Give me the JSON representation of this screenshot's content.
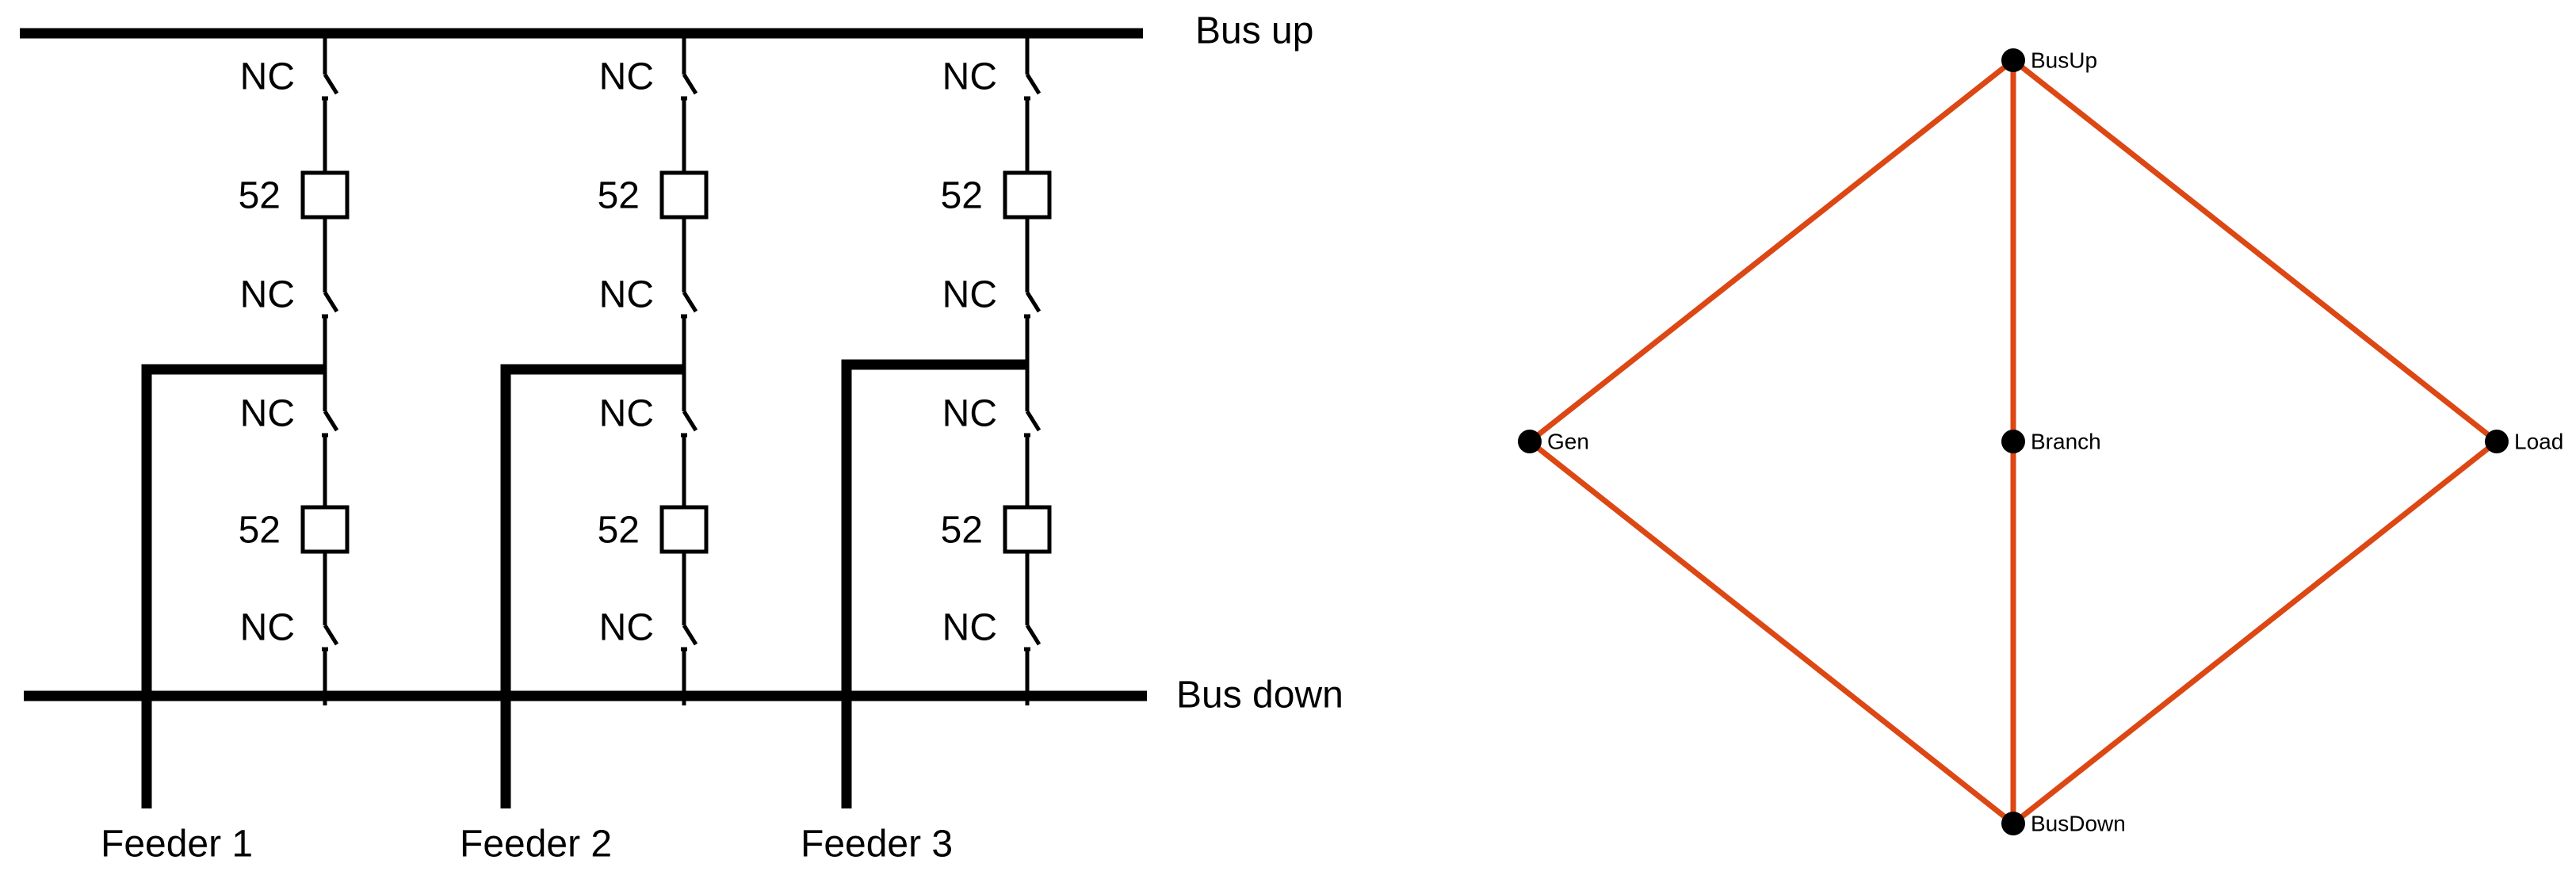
{
  "single_line_diagram": {
    "bus_up_label": "Bus up",
    "bus_down_label": "Bus down",
    "feeders": [
      {
        "name": "Feeder 1",
        "upper_switch_top": "NC",
        "upper_breaker": "52",
        "upper_switch_bottom": "NC",
        "lower_switch_top": "NC",
        "lower_breaker": "52",
        "lower_switch_bottom": "NC"
      },
      {
        "name": "Feeder 2",
        "upper_switch_top": "NC",
        "upper_breaker": "52",
        "upper_switch_bottom": "NC",
        "lower_switch_top": "NC",
        "lower_breaker": "52",
        "lower_switch_bottom": "NC"
      },
      {
        "name": "Feeder 3",
        "upper_switch_top": "NC",
        "upper_breaker": "52",
        "upper_switch_bottom": "NC",
        "lower_switch_top": "NC",
        "lower_breaker": "52",
        "lower_switch_bottom": "NC"
      }
    ]
  },
  "graph": {
    "edge_color": "#dc4714",
    "node_color": "#000000",
    "nodes": [
      {
        "id": "BusUp",
        "label": "BusUp"
      },
      {
        "id": "Gen",
        "label": "Gen"
      },
      {
        "id": "Branch",
        "label": "Branch"
      },
      {
        "id": "Load",
        "label": "Load"
      },
      {
        "id": "BusDown",
        "label": "BusDown"
      }
    ],
    "edges": [
      {
        "from": "BusUp",
        "to": "Gen"
      },
      {
        "from": "BusUp",
        "to": "Branch"
      },
      {
        "from": "BusUp",
        "to": "Load"
      },
      {
        "from": "Gen",
        "to": "BusDown"
      },
      {
        "from": "Branch",
        "to": "BusDown"
      },
      {
        "from": "Load",
        "to": "BusDown"
      }
    ]
  }
}
